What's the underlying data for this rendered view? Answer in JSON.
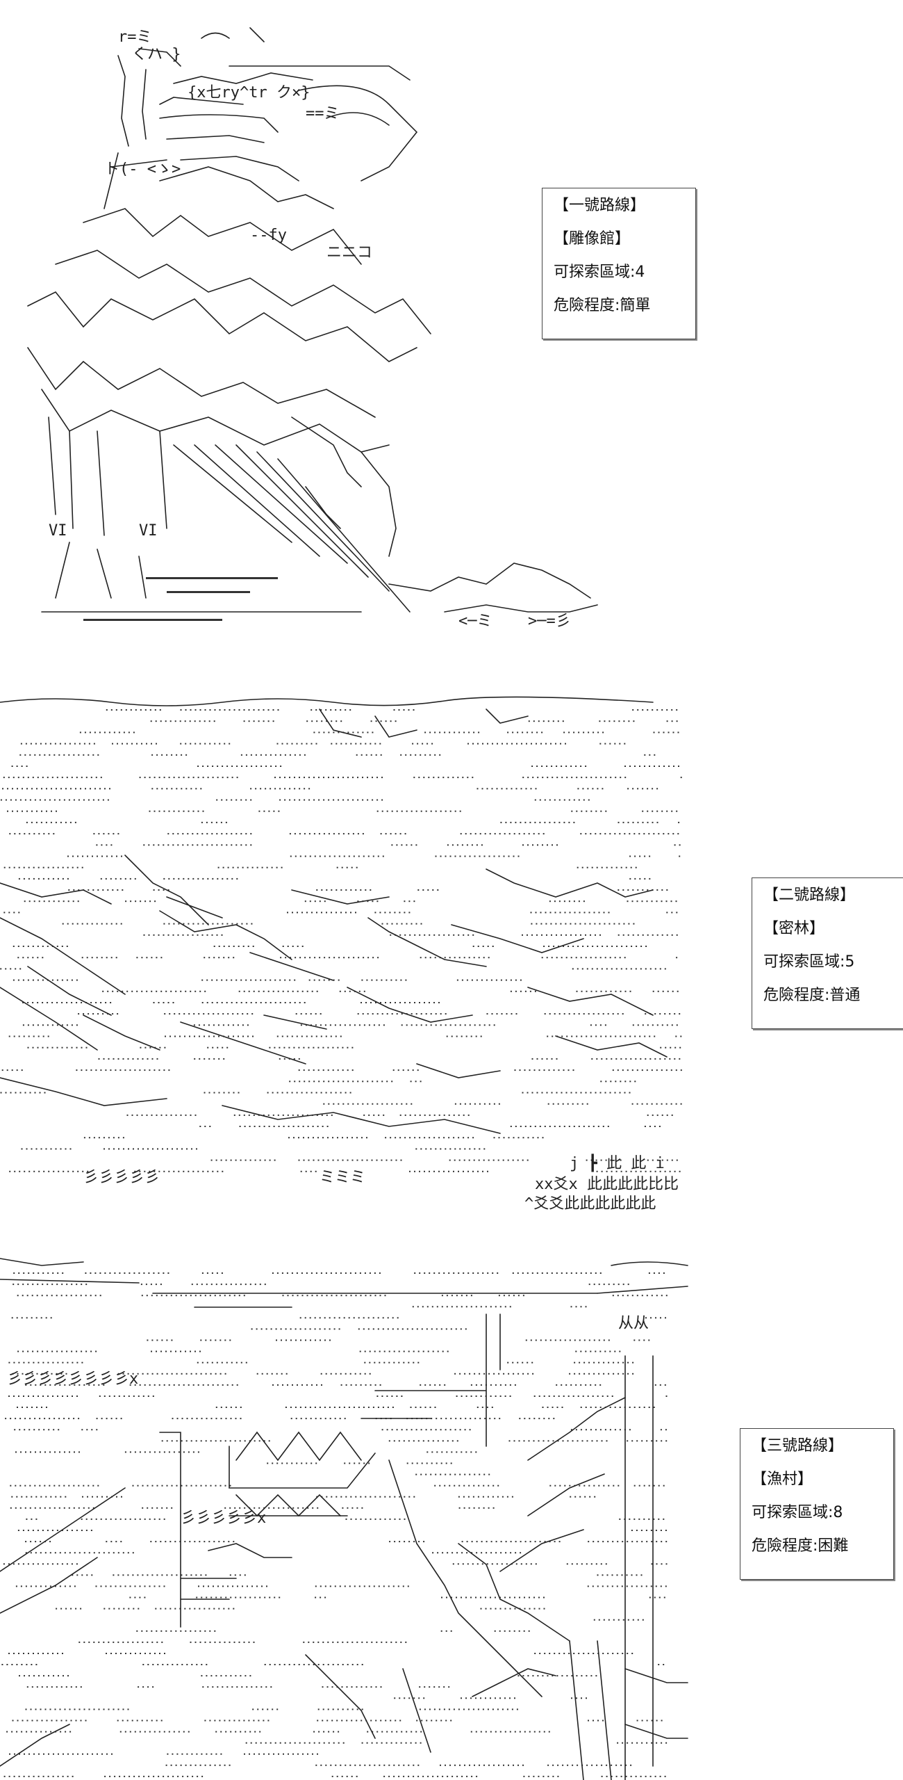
{
  "routes": [
    {
      "title": "【一號路線】",
      "location": "【雕像館】",
      "explore": "可探索區域:4",
      "danger": "危險程度:簡單"
    },
    {
      "title": "【二號路線】",
      "location": "【密林】",
      "explore": "可探索區域:5",
      "danger": "危險程度:普通"
    },
    {
      "title": "【三號路線】",
      "location": "【漁村】",
      "explore": "可探索區域:8",
      "danger": "危險程度:困難"
    }
  ],
  "art_text": {
    "panel2_glyph_1": "j ┣ 此 此 i",
    "panel2_glyph_2": "xx爻x 此此此此比比",
    "panel2_glyph_3": "^爻爻此此此此此此",
    "panel3_glyph_1": "从从"
  }
}
